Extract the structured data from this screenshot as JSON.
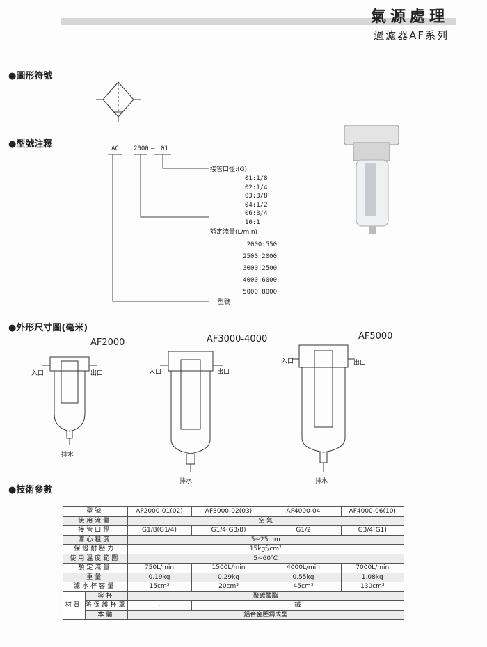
{
  "header": {
    "title": "氣源處理",
    "subtitle": "過濾器AF系列"
  },
  "sections": {
    "symbol": "●圖形符號",
    "model_code": "●型號注釋",
    "dimensions": "●外形尺寸圖(毫米)",
    "specs": "●技術參數"
  },
  "model_code": {
    "parts": [
      "AC",
      "2000",
      "—",
      "01"
    ],
    "port_label": "接管口徑:(G)",
    "ports": [
      "01:1/8",
      "02:1/4",
      "03:3/8",
      "04:1/2",
      "06:3/4",
      "10:1"
    ],
    "flow_label": "額定流量(L/min)",
    "flows": [
      "2000:550",
      "2500:2000",
      "3000:2500",
      "4000:6000",
      "5000:8000"
    ],
    "type_label": "型號"
  },
  "drawings": [
    {
      "model": "AF2000",
      "inlet": "入口",
      "outlet": "出口",
      "drain": "排水"
    },
    {
      "model": "AF3000-4000",
      "inlet": "入口",
      "outlet": "出口",
      "drain": "排水"
    },
    {
      "model": "AF5000",
      "inlet": "入口",
      "outlet": "出口",
      "drain": "排水"
    }
  ],
  "specs": {
    "header": [
      "型號",
      "AF2000-01(02)",
      "AF3000-02(03)",
      "AF4000-04",
      "AF4000-06(10)"
    ],
    "fluid": [
      "使用流體",
      "空 氣"
    ],
    "port": [
      "接管口徑",
      "G1/8(G1/4)",
      "G1/4(G3/8)",
      "G1/2",
      "G3/4(G1)"
    ],
    "filtration": [
      "濾心粗度",
      "5~25 μm"
    ],
    "proof_pressure": [
      "保證耐壓力",
      "15kgf/cm²"
    ],
    "temp": [
      "使用溫度範圍",
      "5~60℃"
    ],
    "flow": [
      "額定流量",
      "750L/min",
      "1500L/min",
      "4000L/min",
      "7000L/min"
    ],
    "weight": [
      "重量",
      "0.19kg",
      "0.29kg",
      "0.55kg",
      "1.08kg"
    ],
    "bowl_capacity": [
      "濾水杯容量",
      "15cm³",
      "20cm³",
      "45cm³",
      "130cm³"
    ],
    "material_label": "材質",
    "bowl": [
      "容杯",
      "聚碳酸酯"
    ],
    "guard": [
      "防保護杯罩",
      "-",
      "鐵"
    ],
    "body": [
      "本體",
      "鋁合金壓鑄成型"
    ]
  }
}
